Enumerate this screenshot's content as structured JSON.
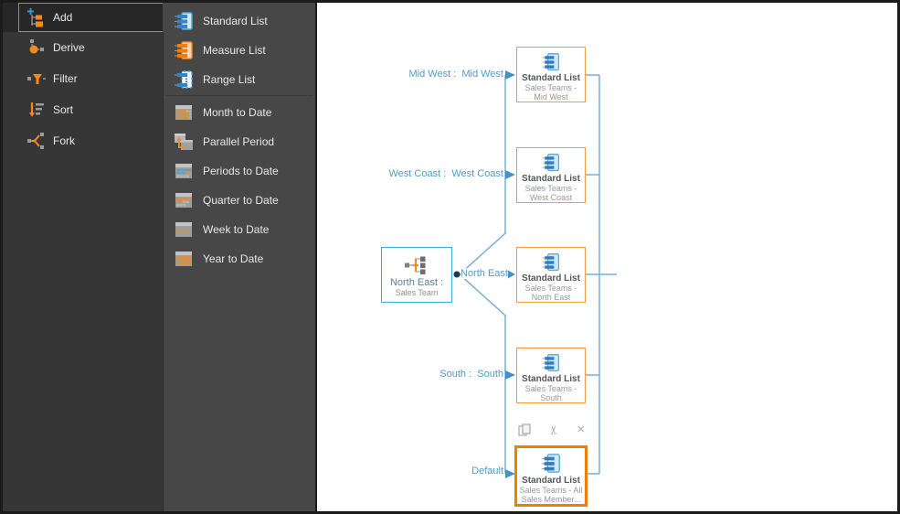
{
  "sidebar": {
    "items": [
      {
        "label": "Add",
        "icon": "add-icon",
        "selected": true
      },
      {
        "label": "Derive",
        "icon": "derive-icon",
        "selected": false
      },
      {
        "label": "Filter",
        "icon": "filter-icon",
        "selected": false
      },
      {
        "label": "Sort",
        "icon": "sort-icon",
        "selected": false
      },
      {
        "label": "Fork",
        "icon": "fork-icon",
        "selected": false
      }
    ]
  },
  "flyout": {
    "list_items": [
      {
        "label": "Standard List",
        "icon": "standard-list-icon"
      },
      {
        "label": "Measure List",
        "icon": "measure-list-icon"
      },
      {
        "label": "Range List",
        "icon": "range-list-icon"
      }
    ],
    "date_items": [
      {
        "label": "Month to Date",
        "icon": "month-to-date-icon"
      },
      {
        "label": "Parallel Period",
        "icon": "parallel-period-icon"
      },
      {
        "label": "Periods to Date",
        "icon": "periods-to-date-icon"
      },
      {
        "label": "Quarter to Date",
        "icon": "quarter-to-date-icon"
      },
      {
        "label": "Week to Date",
        "icon": "week-to-date-icon"
      },
      {
        "label": "Year to Date",
        "icon": "year-to-date-icon"
      }
    ]
  },
  "canvas": {
    "source_node": {
      "title": "North East :",
      "subtitle": "Sales Team"
    },
    "branches": [
      {
        "edge_label": "Mid West :  Mid West",
        "title": "Standard List",
        "subtitle": "Sales Teams - Mid West",
        "selected": false
      },
      {
        "edge_label": "West Coast :  West Coast",
        "title": "Standard List",
        "subtitle": "Sales Teams - West Coast",
        "selected": false
      },
      {
        "edge_label": "North East",
        "title": "Standard List",
        "subtitle": "Sales Teams - North East",
        "selected": false
      },
      {
        "edge_label": "South :  South",
        "title": "Standard List",
        "subtitle": "Sales Teams - South",
        "selected": false
      },
      {
        "edge_label": "Default",
        "title": "Standard List",
        "subtitle": "Sales Teams - All Sales Member...",
        "selected": true
      }
    ],
    "toolbar": {
      "copy_icon": "copy-icon",
      "cut_icon": "scissors-icon",
      "cut_glyph": "✂",
      "delete_icon": "close-icon",
      "delete_glyph": "×"
    }
  },
  "colors": {
    "frame": "#1b1b1b",
    "sidebar_bg": "#363636",
    "flyout_bg": "#474747",
    "selected_item_bg": "#272727",
    "menu_text": "#e8e8e8",
    "accent_orange": "#f08c1e",
    "accent_blue": "#4da3cf",
    "node_border_orange": "#f59b40",
    "node_border_selected": "#ee7f00",
    "source_node_border": "#3aabdc",
    "edge_line": "#79add7",
    "edge_arrow": "#4292c6",
    "edge_label_text": "#4e9cc6",
    "node_title_text": "#55575a",
    "node_subtitle_text": "#97999c",
    "port_dot": "#1d3c5c"
  }
}
